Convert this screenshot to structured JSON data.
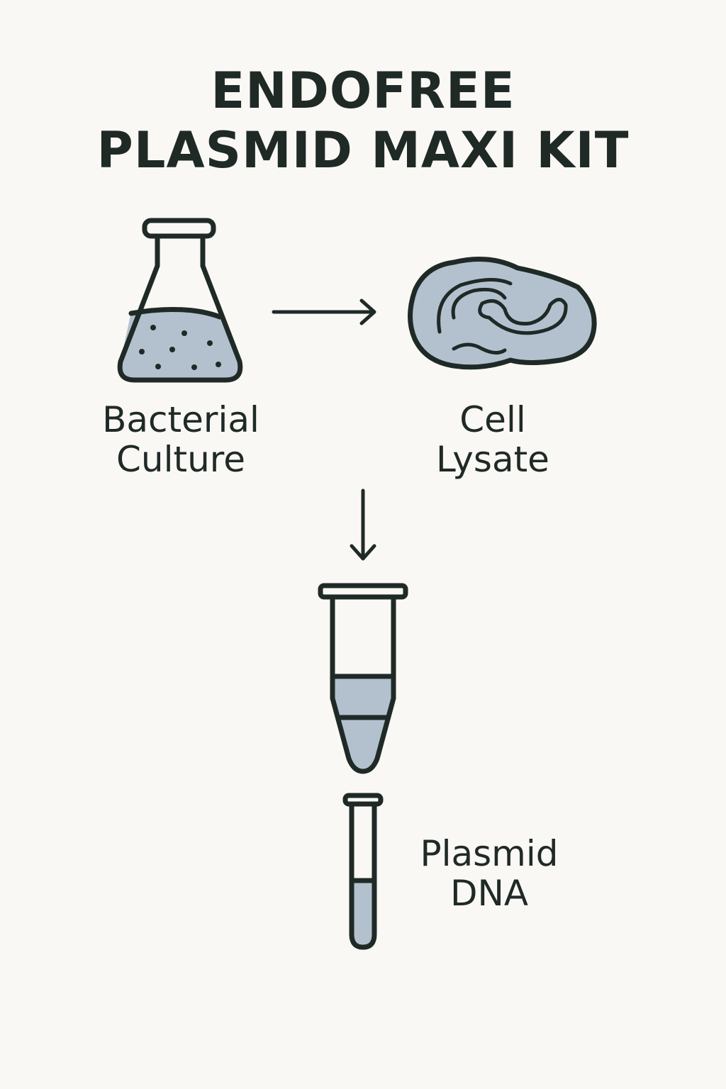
{
  "title": {
    "line1": "ENDOFREE",
    "line2": "PLASMID MAXI KIT"
  },
  "steps": [
    {
      "id": "bacterial-culture",
      "line1": "Bacterial",
      "line2": "Culture",
      "icon": "flask-icon"
    },
    {
      "id": "cell-lysate",
      "line1": "Cell",
      "line2": "Lysate",
      "icon": "lysed-cell-icon"
    },
    {
      "id": "plasmid-dna",
      "line1": "Plasmid",
      "line2": "DNA",
      "icon": "test-tube-icon"
    }
  ],
  "colors": {
    "background": "#faf8f4",
    "ink": "#1f2a27",
    "fill": "#b3c1cf"
  }
}
